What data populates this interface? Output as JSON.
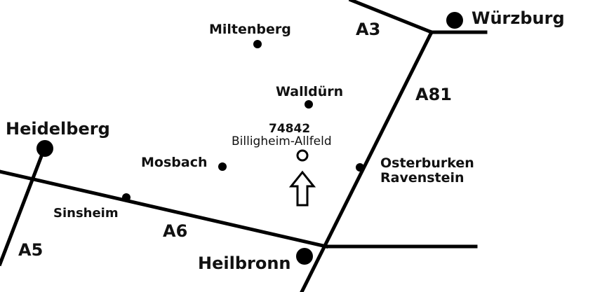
{
  "map": {
    "background_color": "#ffffff",
    "ink_color": "#000000",
    "cities_large": [
      {
        "id": "wuerzburg",
        "label": "Würzburg"
      },
      {
        "id": "heidelberg",
        "label": "Heidelberg"
      },
      {
        "id": "heilbronn",
        "label": "Heilbronn"
      }
    ],
    "cities_small": [
      {
        "id": "miltenberg",
        "label": "Miltenberg"
      },
      {
        "id": "wallduern",
        "label": "Walldürn"
      },
      {
        "id": "mosbach",
        "label": "Mosbach"
      },
      {
        "id": "sinsheim",
        "label": "Sinsheim"
      },
      {
        "id": "osterburken",
        "label": "Osterburken"
      },
      {
        "id": "ravenstein",
        "label": "Ravenstein"
      }
    ],
    "target": {
      "postal_code": "74842",
      "label": "Billigheim-Allfeld",
      "marker": "open-circle",
      "pointer": "arrow-up"
    },
    "roads": [
      {
        "id": "a3",
        "label": "A3"
      },
      {
        "id": "a81",
        "label": "A81"
      },
      {
        "id": "a6",
        "label": "A6"
      },
      {
        "id": "a5",
        "label": "A5"
      }
    ]
  }
}
